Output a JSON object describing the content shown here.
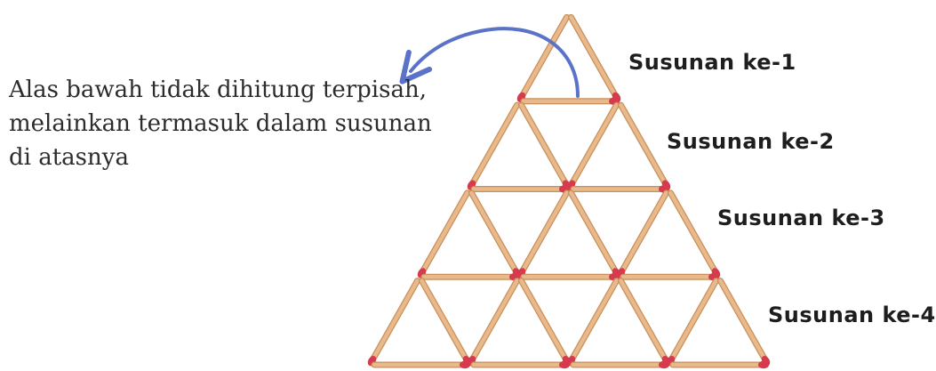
{
  "caption": {
    "lines": [
      "Alas bawah tidak dihitung terpisah,",
      "melainkan termasuk dalam susunan",
      "di atasnya"
    ]
  },
  "labels": [
    "Susunan ke-1",
    "Susunan ke-2",
    "Susunan ke-3",
    "Susunan ke-4"
  ],
  "matchstick_triangle": {
    "rows": 4,
    "stick_color": "#e8b98a",
    "stick_edge_color": "#c98f5c",
    "head_color": "#d63a4d"
  },
  "arrow": {
    "color": "#5a73c8"
  }
}
